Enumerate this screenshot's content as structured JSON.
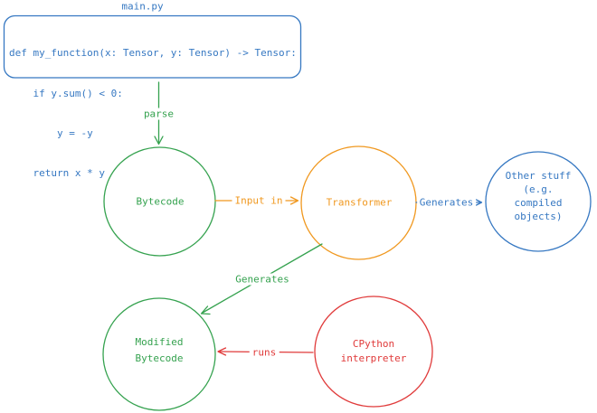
{
  "colors": {
    "blue": "#3678c2",
    "green": "#35a24f",
    "orange": "#f0981f",
    "red": "#e03a3a"
  },
  "code_box": {
    "title": "main.py",
    "lines": [
      "def my_function(x: Tensor, y: Tensor) -> Tensor:",
      "    if y.sum() < 0:",
      "        y = -y",
      "    return x * y"
    ]
  },
  "nodes": {
    "bytecode": {
      "label": "Bytecode"
    },
    "transformer": {
      "label": "Transformer"
    },
    "other_stuff": {
      "lines": [
        "Other stuff",
        "(e.g.",
        "compiled",
        "objects)"
      ]
    },
    "modified_bytecode": {
      "lines": [
        "Modified",
        "Bytecode"
      ]
    },
    "cpython": {
      "lines": [
        "CPython",
        "interpreter"
      ]
    }
  },
  "edges": {
    "parse": {
      "label": "parse"
    },
    "input_in": {
      "label": "Input in"
    },
    "generates_to_other": {
      "label": "Generates"
    },
    "generates_to_modified": {
      "label": "Generates"
    },
    "runs": {
      "label": "runs"
    }
  }
}
